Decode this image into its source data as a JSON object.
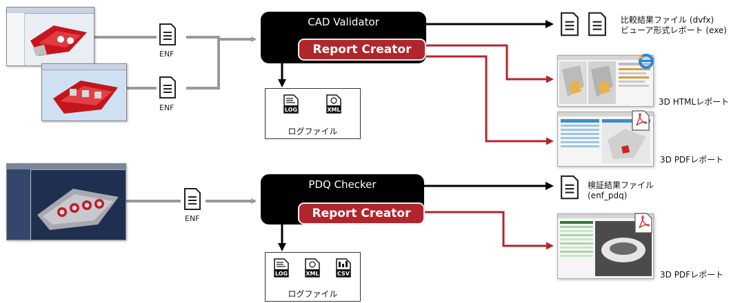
{
  "top": {
    "enf_label_1": "ENF",
    "enf_label_2": "ENF",
    "processor": "CAD Validator",
    "report_creator": "Report Creator",
    "log_caption": "ログファイル",
    "log_icons": [
      "LOG",
      "XML"
    ],
    "outputs": {
      "comparison_line1": "比較結果ファイル (dvfx)",
      "comparison_line2": "ビューア形式レポート (exe)",
      "html_report": "3D HTMLレポート",
      "pdf_report": "3D PDFレポート"
    }
  },
  "bottom": {
    "enf_label": "ENF",
    "processor": "PDQ Checker",
    "report_creator": "Report Creator",
    "log_caption": "ログファイル",
    "log_icons": [
      "LOG",
      "XML",
      "CSV"
    ],
    "outputs": {
      "verify_line1": "検証結果ファイル",
      "verify_line2": "(enf_pdq)",
      "pdf_report": "3D PDFレポート"
    }
  },
  "colors": {
    "black": "#000000",
    "red": "#b1262c",
    "gray_line": "#999999"
  },
  "icons": [
    "document-icon",
    "log-file-icon",
    "xml-file-icon",
    "csv-file-icon",
    "ie-icon",
    "pdf-icon"
  ]
}
